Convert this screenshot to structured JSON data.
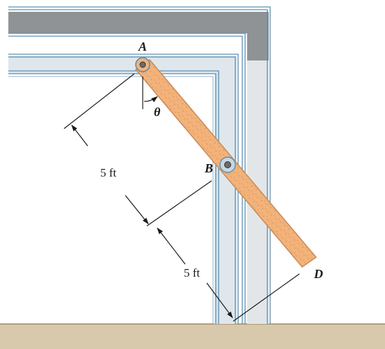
{
  "diagram": {
    "points": {
      "a": "A",
      "b": "B",
      "d": "D"
    },
    "angle_label": "θ",
    "dimensions": {
      "upper": "5 ft",
      "lower": "5 ft"
    },
    "colors": {
      "frame_outer": "#8f9396",
      "frame_light": "#dfe7ec",
      "frame_edge": "#5a8fb0",
      "rod_fill": "#f2b27a",
      "rod_edge": "#c98a56",
      "floor": "#d9c9ac",
      "ink": "#1a1a1a"
    }
  }
}
